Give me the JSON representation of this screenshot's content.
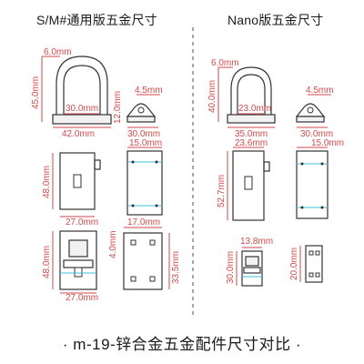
{
  "headings": {
    "left": "S/M#通用版五金尺寸",
    "right": "Nano版五金尺寸"
  },
  "footer": "· m-19-锌合金五金配件尺寸对比 ·",
  "left": {
    "ring_top": "6.0mm",
    "ring_inner": "30.0mm",
    "ring_outer": "42.0mm",
    "ring_height": "45.0mm",
    "ring_side": "12.0mm",
    "tab_hole": "4.5mm",
    "tab_width": "30.0mm",
    "plate_width": "27.0mm",
    "plate_height": "48.0mm",
    "plate2_width": "15.0mm",
    "lock_width": "27.0mm",
    "lock_height": "48.0mm",
    "lock_gap": "4.0mm",
    "plate3_width": "17.0mm",
    "plate3_height": "33.5mm"
  },
  "right": {
    "ring_top": "6.0mm",
    "ring_inner": "23.0mm",
    "ring_outer": "35.0mm",
    "ring_height": "40.0mm",
    "tab_hole": "4.5mm",
    "tab_width": "30.0mm",
    "plate_width": "23.6mm",
    "plate_height": "52.7mm",
    "plate2_width": "15.0mm",
    "lock_width": "13.8mm",
    "lock_height": "30.0mm",
    "plate3_height": "20.0mm"
  }
}
